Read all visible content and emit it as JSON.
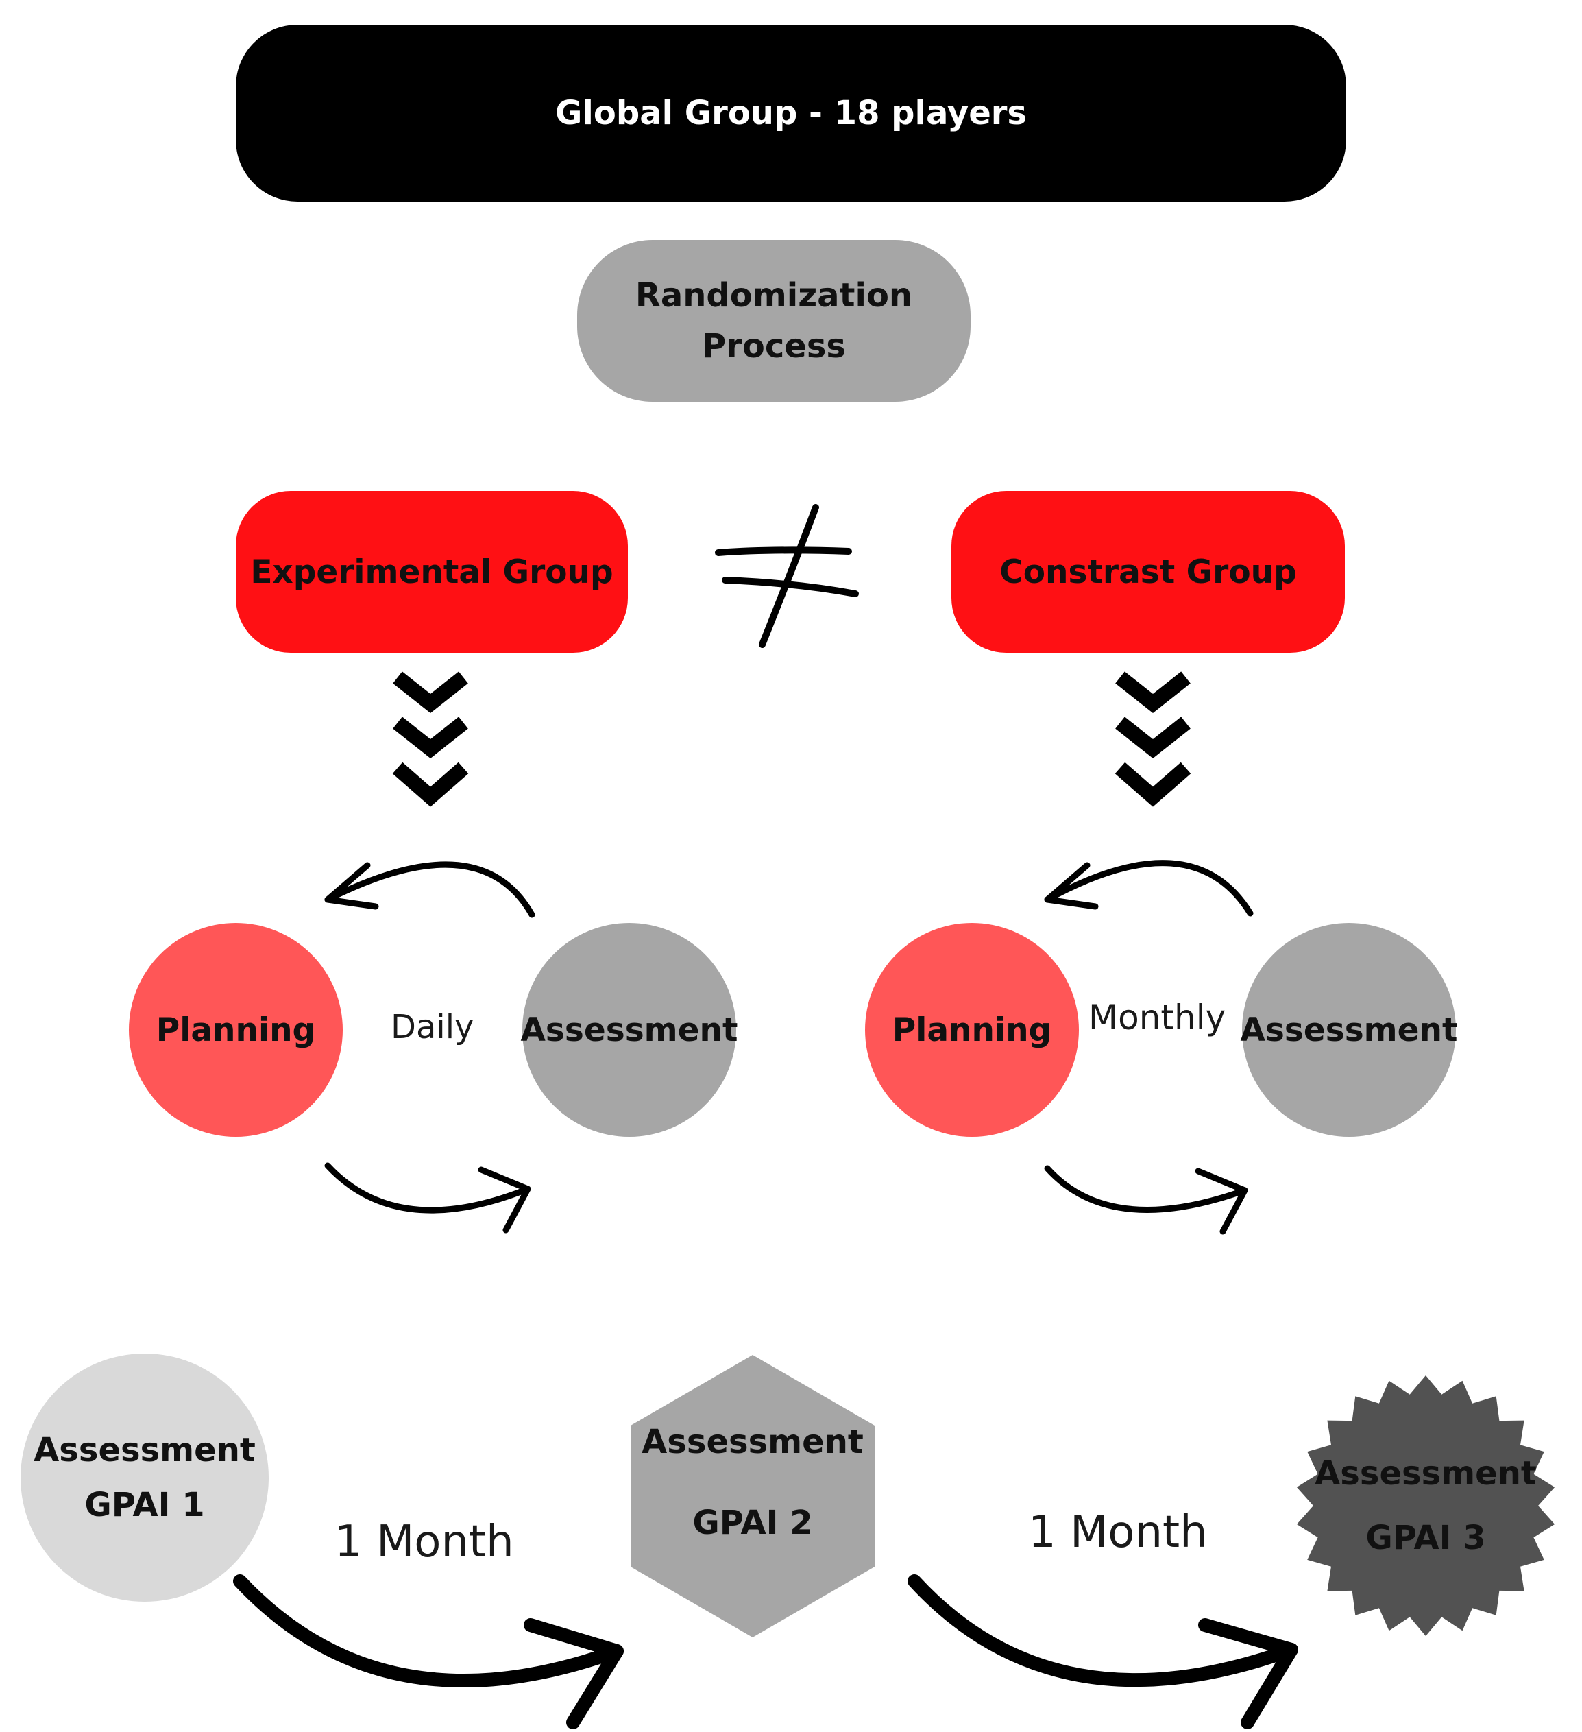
{
  "global_group": {
    "label": "Global Group - 18 players"
  },
  "randomization": {
    "line1": "Randomization",
    "line2": "Process"
  },
  "experimental_group": {
    "label": "Experimental Group"
  },
  "contrast_group": {
    "label": "Constrast Group"
  },
  "not_equal_symbol": "≠",
  "left_cycle": {
    "planning": "Planning",
    "assessment": "Assessment",
    "frequency": "Daily"
  },
  "right_cycle": {
    "planning": "Planning",
    "assessment": "Assessment",
    "frequency": "Monthly"
  },
  "assessments": [
    {
      "line1": "Assessment",
      "line2": "GPAI 1"
    },
    {
      "line1": "Assessment",
      "line2": "GPAI 2"
    },
    {
      "line1": "Assessment",
      "line2": "GPAI 3"
    }
  ],
  "intervals": [
    "1 Month",
    "1 Month"
  ],
  "colors": {
    "black": "#000000",
    "red": "#ff1014",
    "light_red": "#ff5657",
    "gray": "#a6a6a6",
    "light_gray": "#d9d9d9",
    "dark_gray": "#525252"
  }
}
